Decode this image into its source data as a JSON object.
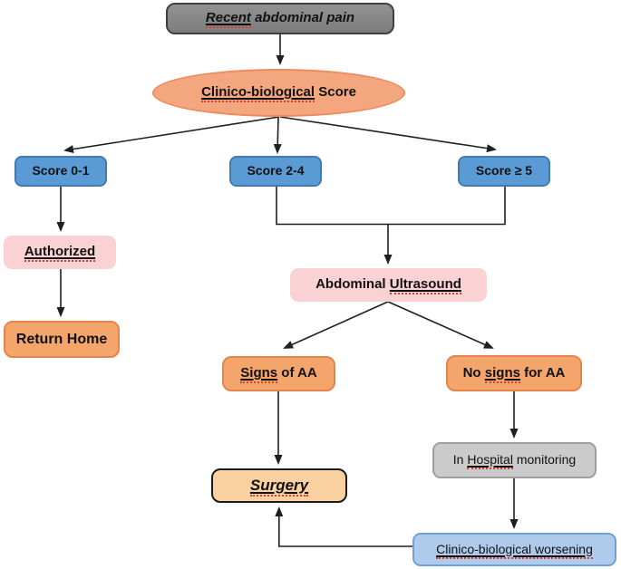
{
  "palette": {
    "arrow": "#1f1f1f",
    "dark_gray_box": "#8a8a8a",
    "gray_box": "#cbcbcb",
    "blue_box": "#5b9bd5",
    "light_blue_box": "#aecbec",
    "pink_box": "#fad2d4",
    "orange_box": "#f4a56c",
    "peach_box": "#fbd1a2",
    "ellipse_fill": "#f4a77f",
    "spellcheck_squiggle": "#e03a2f"
  },
  "nodes": {
    "recent_pain": {
      "pre": "",
      "marked": "Recent",
      "post": " abdominal pain"
    },
    "clinico_score": {
      "pre": "",
      "marked": "Clinico-biological",
      "post": " Score"
    },
    "score_0_1": {
      "label": "Score 0-1"
    },
    "score_2_4": {
      "label": "Score 2-4"
    },
    "score_ge_5": {
      "label": "Score ≥ 5"
    },
    "authorized": {
      "pre": "",
      "marked": "Authorized",
      "post": ""
    },
    "return_home": {
      "label": "Return Home"
    },
    "abdominal_ultrasound": {
      "pre": "Abdominal ",
      "marked": "Ultrasound",
      "post": ""
    },
    "signs_of_aa": {
      "pre": "",
      "marked": "Signs",
      "post": " of AA"
    },
    "no_signs_for_aa": {
      "pre": "No ",
      "marked": "signs",
      "post": " for AA"
    },
    "surgery": {
      "pre": "",
      "marked": "Surgery",
      "post": ""
    },
    "in_hospital_monitoring": {
      "pre": "In ",
      "marked": "Hospital",
      "post": " monitoring"
    },
    "clinico_worsening": {
      "pre": "",
      "marked": "Clinico-biological worsening",
      "post": ""
    }
  }
}
